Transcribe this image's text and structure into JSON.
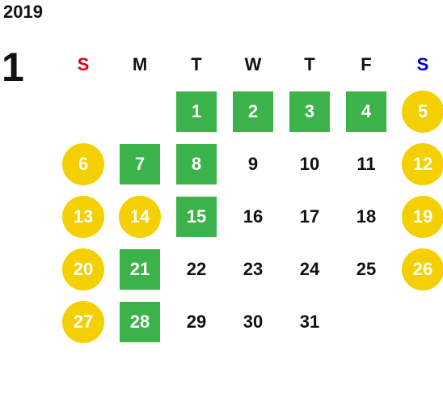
{
  "year": "2019",
  "month": "1",
  "colors": {
    "sunday": "#e60012",
    "saturday": "#0000cc",
    "green": "#3bb34a",
    "yellow": "#f5d000",
    "text": "#111111"
  },
  "weekdays": [
    "S",
    "M",
    "T",
    "W",
    "T",
    "F",
    "S"
  ],
  "days": [
    {
      "n": "",
      "s": "empty"
    },
    {
      "n": "",
      "s": "empty"
    },
    {
      "n": "1",
      "s": "green"
    },
    {
      "n": "2",
      "s": "green"
    },
    {
      "n": "3",
      "s": "green"
    },
    {
      "n": "4",
      "s": "green"
    },
    {
      "n": "5",
      "s": "yellow"
    },
    {
      "n": "6",
      "s": "yellow"
    },
    {
      "n": "7",
      "s": "green"
    },
    {
      "n": "8",
      "s": "green"
    },
    {
      "n": "9",
      "s": "plain"
    },
    {
      "n": "10",
      "s": "plain"
    },
    {
      "n": "11",
      "s": "plain"
    },
    {
      "n": "12",
      "s": "yellow"
    },
    {
      "n": "13",
      "s": "yellow"
    },
    {
      "n": "14",
      "s": "yellow"
    },
    {
      "n": "15",
      "s": "green"
    },
    {
      "n": "16",
      "s": "plain"
    },
    {
      "n": "17",
      "s": "plain"
    },
    {
      "n": "18",
      "s": "plain"
    },
    {
      "n": "19",
      "s": "yellow"
    },
    {
      "n": "20",
      "s": "yellow"
    },
    {
      "n": "21",
      "s": "green"
    },
    {
      "n": "22",
      "s": "plain"
    },
    {
      "n": "23",
      "s": "plain"
    },
    {
      "n": "24",
      "s": "plain"
    },
    {
      "n": "25",
      "s": "plain"
    },
    {
      "n": "26",
      "s": "yellow"
    },
    {
      "n": "27",
      "s": "yellow"
    },
    {
      "n": "28",
      "s": "green"
    },
    {
      "n": "29",
      "s": "plain"
    },
    {
      "n": "30",
      "s": "plain"
    },
    {
      "n": "31",
      "s": "plain"
    },
    {
      "n": "",
      "s": "empty"
    },
    {
      "n": "",
      "s": "empty"
    }
  ]
}
